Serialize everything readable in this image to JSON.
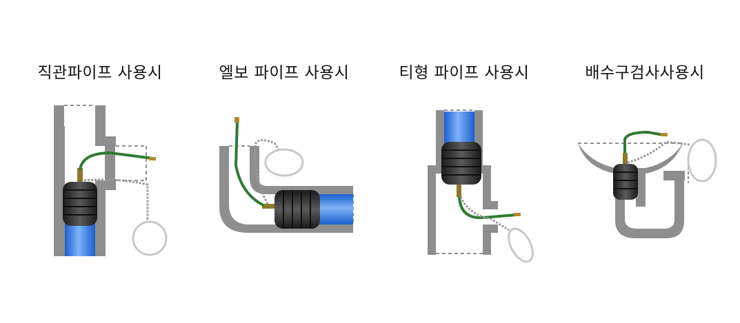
{
  "panels": [
    {
      "id": "straight",
      "label": "직관파이프 사용시"
    },
    {
      "id": "elbow",
      "label": "엘보 파이프 사용시"
    },
    {
      "id": "tee",
      "label": "티형 파이프 사용시"
    },
    {
      "id": "drain",
      "label": "배수구검사사용시"
    }
  ],
  "colors": {
    "pipe_wall": "#8e8e8e",
    "pipe_inner": "#ffffff",
    "water": "#2a74e0",
    "water_light": "#8fbaf5",
    "plug": "#2b2b2b",
    "hose": "#2f7a32",
    "chain": "#9a9a9a",
    "ring": "#c8c8c8"
  },
  "icons": [
    "test-plug-icon",
    "hose-icon",
    "chain-icon",
    "pull-ring-icon"
  ]
}
